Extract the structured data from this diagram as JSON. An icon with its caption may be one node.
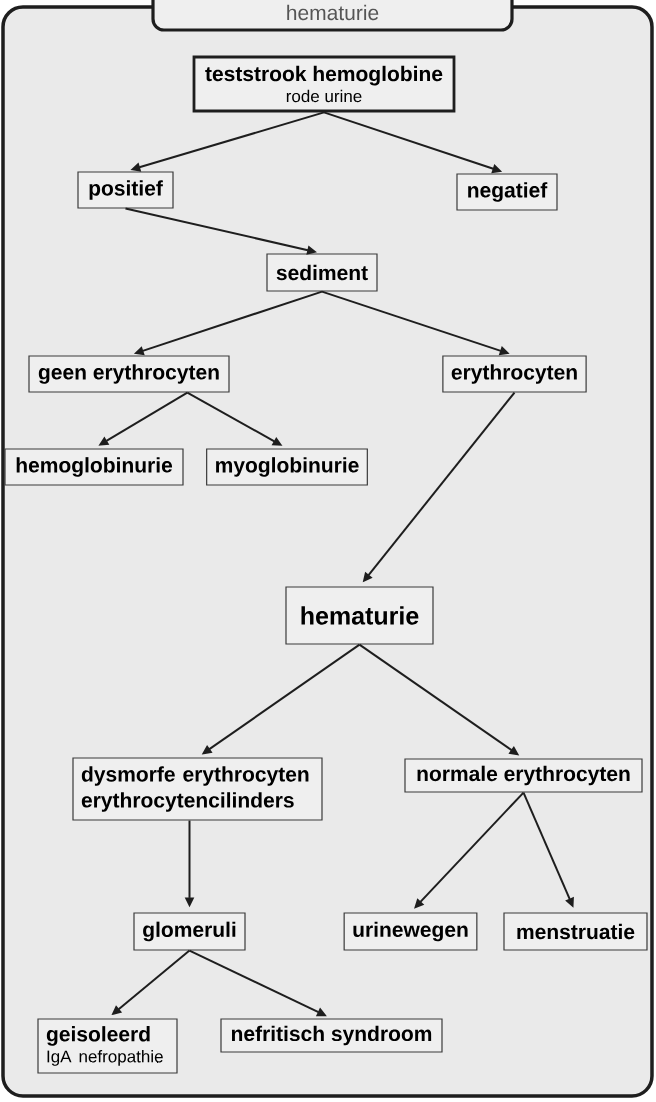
{
  "diagram": {
    "title": "hematurie",
    "nodes": [
      {
        "text": [
          "teststrook hemoglobine",
          "rode urine"
        ]
      },
      {
        "text": [
          "positief"
        ]
      },
      {
        "text": [
          "negatief"
        ]
      },
      {
        "text": [
          "sediment"
        ]
      },
      {
        "text": [
          "geen erythrocyten"
        ]
      },
      {
        "text": [
          "erythrocyten"
        ]
      },
      {
        "text": [
          "hemoglobinurie"
        ]
      },
      {
        "text": [
          "myoglobinurie"
        ]
      },
      {
        "text": [
          "hematurie"
        ]
      },
      {
        "text": [
          "dysmorfe erythrocyten",
          "erythrocytencilinders"
        ]
      },
      {
        "text": [
          "normale erythrocyten"
        ]
      },
      {
        "text": [
          "glomeruli"
        ]
      },
      {
        "text": [
          "urinewegen"
        ]
      },
      {
        "text": [
          "menstruatie"
        ]
      },
      {
        "text": [
          "geisoleerd",
          "IgA nefropathie"
        ]
      },
      {
        "text": [
          "nefritisch syndroom"
        ]
      }
    ],
    "edges": [
      {
        "from": 0,
        "to": 1,
        "arrow": "to"
      },
      {
        "from": 0,
        "to": 2,
        "arrow": "to"
      },
      {
        "from": 1,
        "to": 3,
        "arrow": "to"
      },
      {
        "from": 3,
        "to": 4,
        "arrow": "to"
      },
      {
        "from": 3,
        "to": 5,
        "arrow": "to"
      },
      {
        "from": 4,
        "to": 6,
        "arrow": "to"
      },
      {
        "from": 4,
        "to": 7,
        "arrow": "to"
      },
      {
        "from": 5,
        "to": 8,
        "arrow": "to"
      },
      {
        "from": 8,
        "to": 9,
        "arrow": "to"
      },
      {
        "from": 8,
        "to": 10,
        "arrow": "to"
      },
      {
        "from": 9,
        "to": 11,
        "arrow": "to"
      },
      {
        "from": 10,
        "to": 12,
        "arrow": "to"
      },
      {
        "from": 10,
        "to": 13,
        "arrow": "to"
      },
      {
        "from": 11,
        "to": 14,
        "arrow": "to"
      },
      {
        "from": 11,
        "to": 15,
        "arrow": "to"
      }
    ]
  }
}
